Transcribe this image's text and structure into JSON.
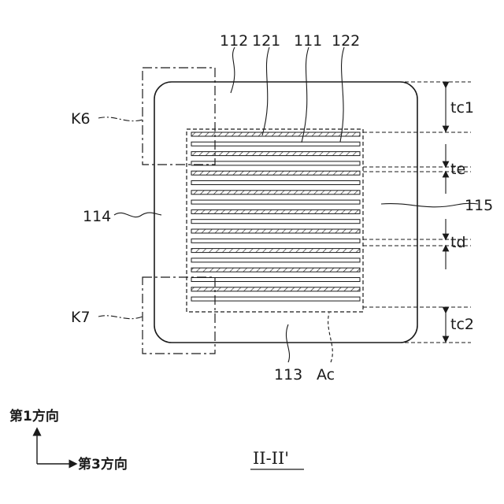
{
  "labels": {
    "l112": "112",
    "l121": "121",
    "l111": "111",
    "l122": "122",
    "l114": "114",
    "l115": "115",
    "l113": "113",
    "lAc": "Ac",
    "lK6": "K6",
    "lK7": "K7",
    "ltc1": "tc1",
    "lte": "te",
    "ltd": "td",
    "ltc2": "tc2"
  },
  "axes": {
    "first_direction": "第1方向",
    "third_direction": "第3方向"
  },
  "caption": "II-II'"
}
